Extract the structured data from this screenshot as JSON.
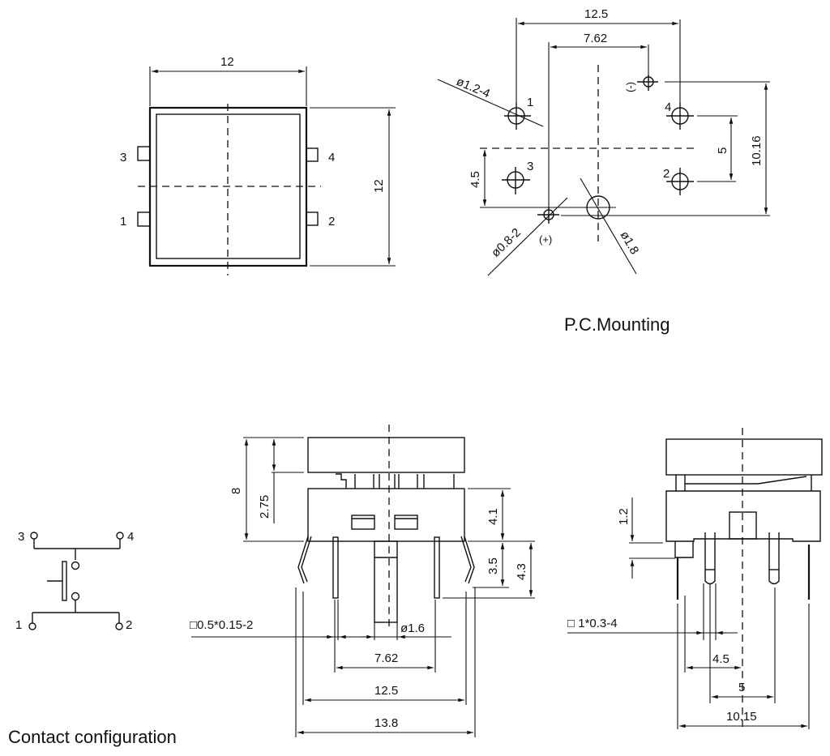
{
  "top_view": {
    "width_label": "12",
    "height_label": "12",
    "pins": [
      "3",
      "4",
      "1",
      "2"
    ]
  },
  "pc_mounting": {
    "title": "P.C.Mounting",
    "dim_12_5": "12.5",
    "dim_7_62": "7.62",
    "dim_10_16": "10.16",
    "dim_5": "5",
    "dim_4_5": "4.5",
    "hole_large": "ø1.2-4",
    "hole_small": "ø0.8-2",
    "hole_center": "ø1.8",
    "minus": "(-)",
    "plus": "(+)",
    "pins": [
      "1",
      "4",
      "3",
      "2"
    ]
  },
  "contact": {
    "title": "Contact configuration",
    "pins": [
      "3",
      "4",
      "1",
      "2"
    ]
  },
  "front_view": {
    "dim_8": "8",
    "dim_2_75": "2.75",
    "dim_4_1": "4.1",
    "dim_3_5": "3.5",
    "dim_4_3": "4.3",
    "lead_spec": "□0.5*0.15-2",
    "dia": "ø1.6",
    "dim_7_62": "7.62",
    "dim_12_5": "12.5",
    "dim_13_8": "13.8"
  },
  "side_view": {
    "dim_1_2": "1.2",
    "lead_spec": "□ 1*0.3-4",
    "dim_4_5": "4.5",
    "dim_5": "5",
    "dim_10_15": "10.15"
  }
}
